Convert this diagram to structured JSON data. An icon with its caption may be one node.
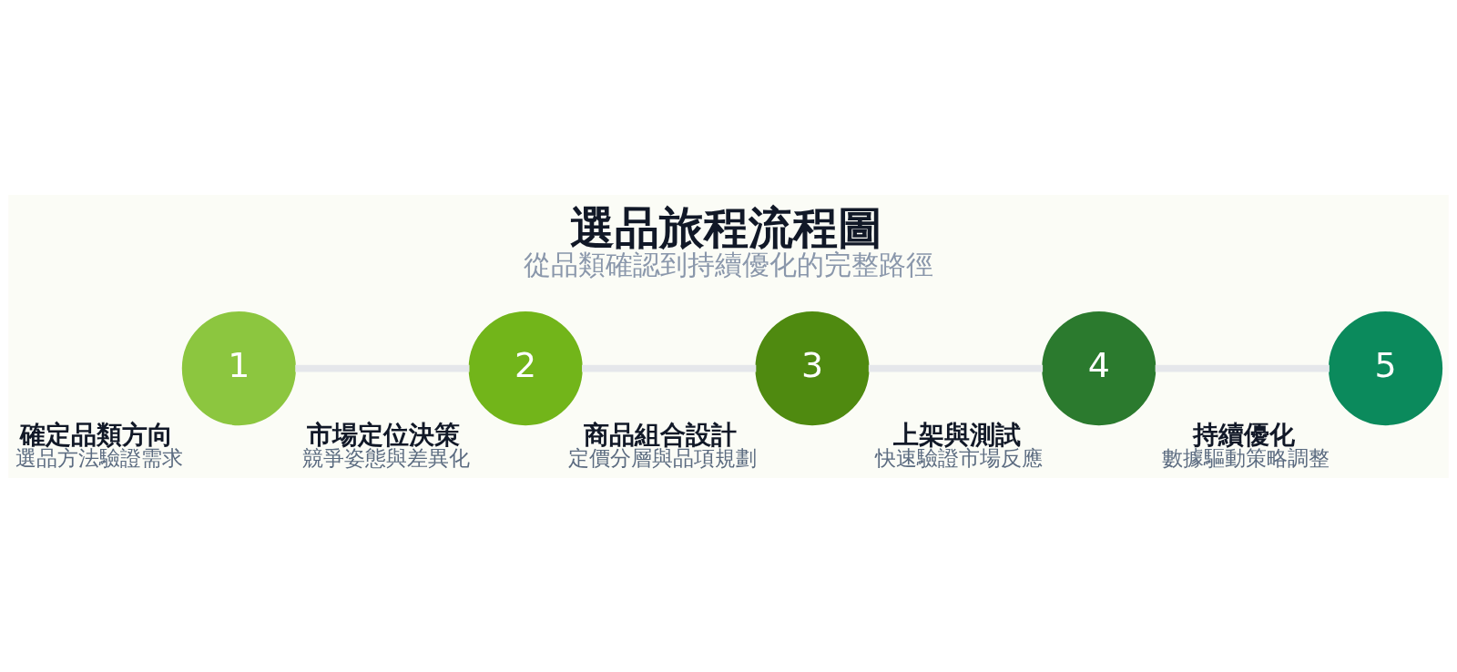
{
  "diagram": {
    "title": "選品旅程流程圖",
    "caption": "從品類確認到持續優化的完整路徑",
    "nodes": [
      {
        "text": [
          "1",
          "確定品類方向"
        ],
        "beside": [
          "選品方法驗證需求"
        ]
      },
      {
        "text": [
          "2",
          "市場定位決策"
        ],
        "beside": [
          "競爭姿態與差異化"
        ]
      },
      {
        "text": [
          "3",
          "商品組合設計"
        ],
        "beside": [
          "定價分層與品項規劃"
        ]
      },
      {
        "text": [
          "4",
          "上架與測試"
        ],
        "beside": [
          "快速驗證市場反應"
        ]
      },
      {
        "text": [
          "5",
          "持續優化"
        ],
        "beside": [
          "數據驅動策略調整"
        ]
      }
    ],
    "edges": [
      {
        "from": 0,
        "to": 1,
        "arrow": "none"
      },
      {
        "from": 1,
        "to": 2,
        "arrow": "none"
      },
      {
        "from": 2,
        "to": 3,
        "arrow": "none"
      },
      {
        "from": 3,
        "to": 4,
        "arrow": "none"
      }
    ]
  }
}
